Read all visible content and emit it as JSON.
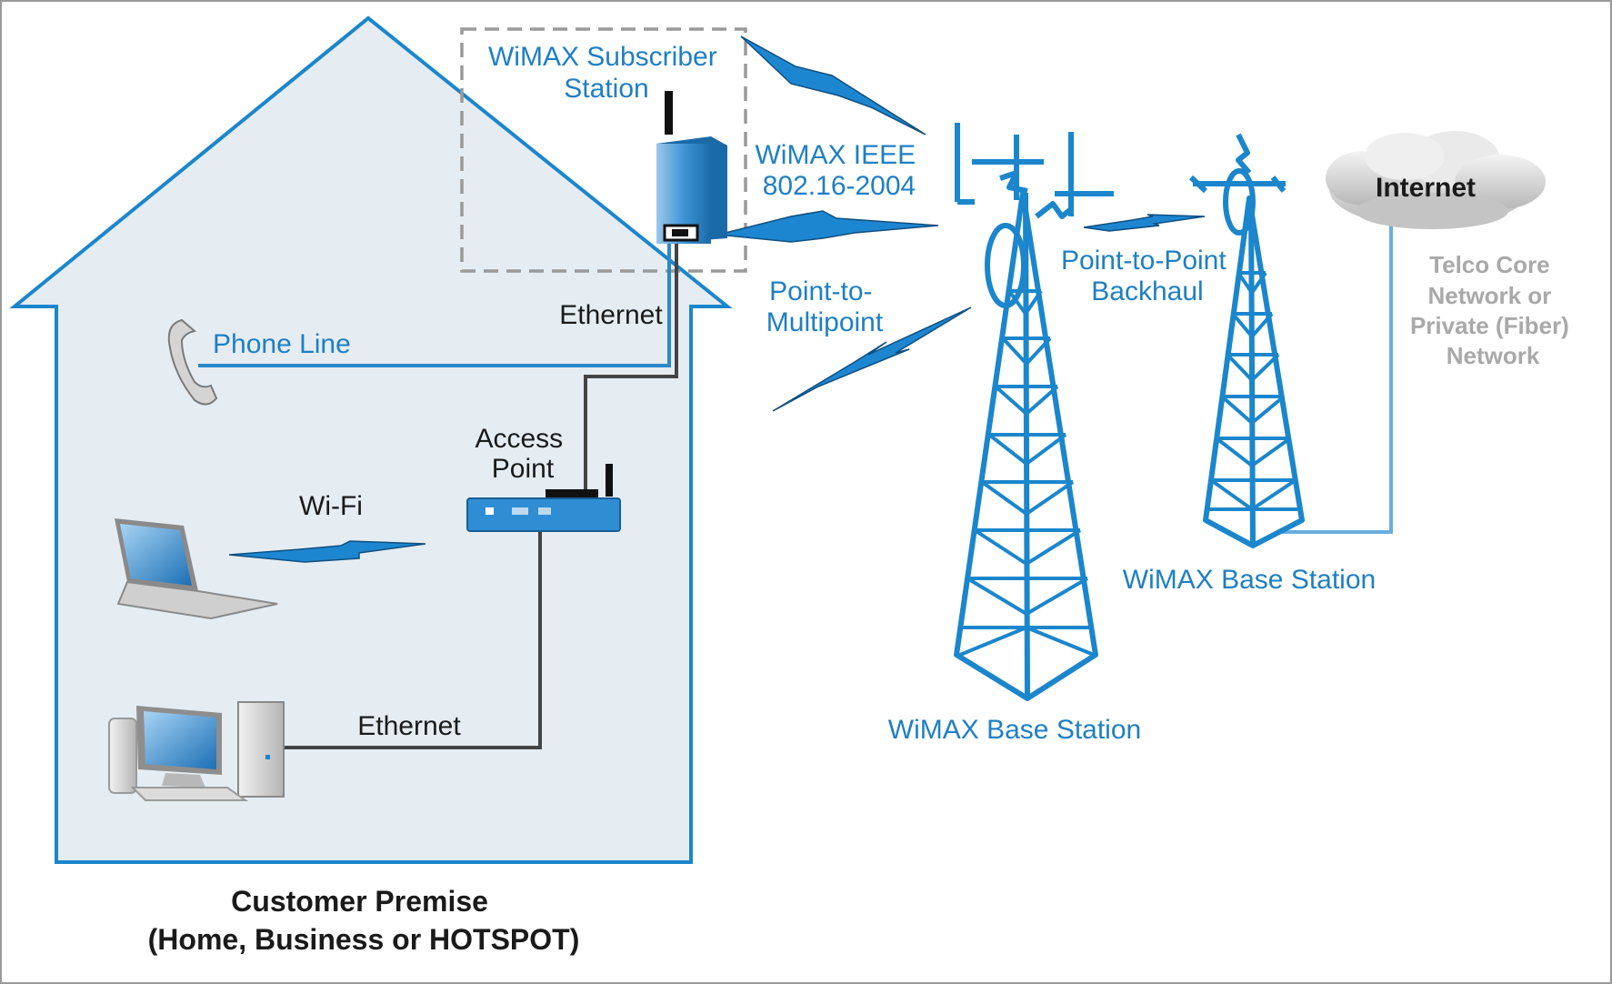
{
  "labels": {
    "subscriber_station": [
      "WiMAX Subscriber",
      "Station"
    ],
    "ieee_standard": [
      "WiMAX IEEE",
      "802.16-2004"
    ],
    "point_to_multipoint": [
      "Point-to-",
      "Multipoint"
    ],
    "point_to_point": [
      "Point-to-Point",
      "Backhaul"
    ],
    "internet": "Internet",
    "telco_network": [
      "Telco Core",
      "Network or",
      "Private (Fiber)",
      "Network"
    ],
    "ethernet_upper": "Ethernet",
    "phone_line": "Phone Line",
    "access_point": [
      "Access",
      "Point"
    ],
    "wifi": "Wi-Fi",
    "ethernet_lower": "Ethernet",
    "base_station_main": "WiMAX Base Station",
    "base_station_backhaul": "WiMAX Base Station",
    "customer_premise": [
      "Customer Premise",
      "(Home, Business or HOTSPOT)"
    ]
  },
  "colors": {
    "accent_blue": "#1f7fc4",
    "house_fill": "#e5edf3",
    "house_outline": "#1b86cc",
    "telco_grey": "#a9a9a9"
  }
}
